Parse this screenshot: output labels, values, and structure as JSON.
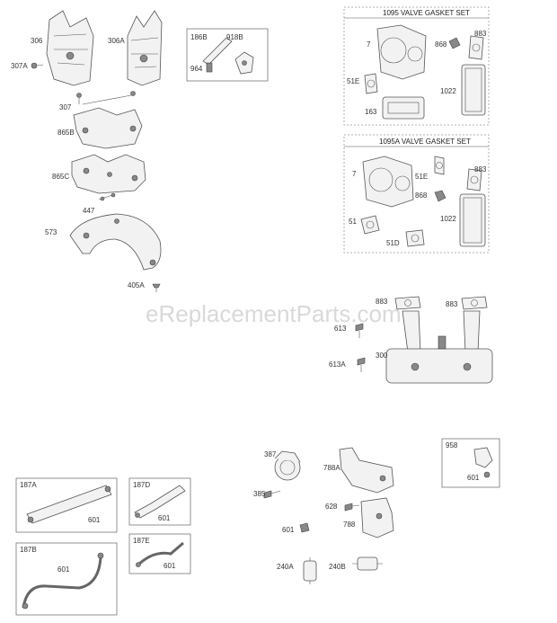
{
  "watermark": "eReplacementParts.com",
  "kits": {
    "kit_1095": "1095 VALVE GASKET SET",
    "kit_1095a": "1095A VALVE GASKET SET"
  },
  "labels": {
    "p306": "306",
    "p306a": "306A",
    "p307a": "307A",
    "p307": "307",
    "p865b": "865B",
    "p865c": "865C",
    "p447": "447",
    "p573": "573",
    "p405a": "405A",
    "p186b": "186B",
    "p918b": "918B",
    "p964": "964",
    "k1_7": "7",
    "k1_868": "868",
    "k1_883": "883",
    "k1_51e": "51E",
    "k1_1022": "1022",
    "k1_163": "163",
    "k2_7": "7",
    "k2_51e": "51E",
    "k2_883": "883",
    "k2_868": "868",
    "k2_51": "51",
    "k2_1022": "1022",
    "k2_51d": "51D",
    "m883a": "883",
    "m883b": "883",
    "m613": "613",
    "m300": "300",
    "m613a": "613A",
    "p387": "387",
    "p385": "385",
    "p788a": "788A",
    "p628": "628",
    "p788": "788",
    "p601a": "601",
    "p240a": "240A",
    "p240b": "240B",
    "p958": "958",
    "p601b": "601",
    "h187a": "187A",
    "h187a_601": "601",
    "h187d": "187D",
    "h187d_601": "601",
    "h187b": "187B",
    "h187b_601": "601",
    "h187e": "187E",
    "h187e_601": "601"
  }
}
